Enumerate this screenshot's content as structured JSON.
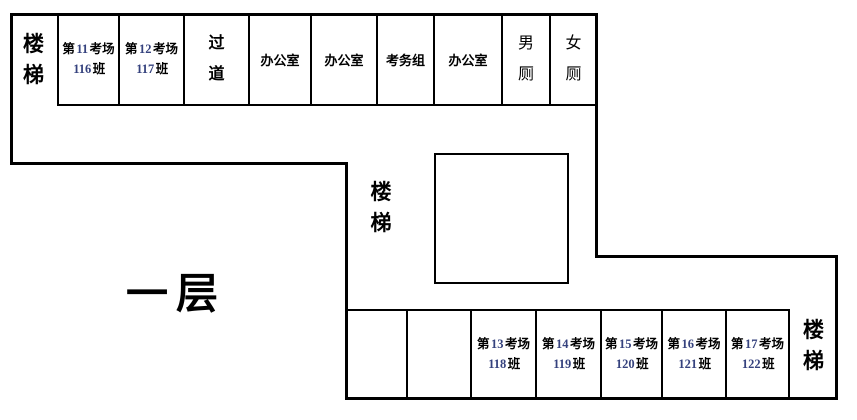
{
  "floor_label": "一层",
  "colors": {
    "wall": "#000000",
    "text": "#000000",
    "digit_accent": "#35427e",
    "background": "#ffffff"
  },
  "top": {
    "stairs_label": "楼梯",
    "rooms": [
      {
        "line1": "第11考场",
        "line2": "116班"
      },
      {
        "line1": "第12考场",
        "line2": "117班"
      },
      {
        "label": "过道"
      },
      {
        "label": "办公室"
      },
      {
        "label": "办公室"
      },
      {
        "label": "考务组"
      },
      {
        "label": "办公室"
      },
      {
        "label": "男厕"
      },
      {
        "label": "女厕"
      }
    ]
  },
  "middle": {
    "stairs_label": "楼梯"
  },
  "bottom": {
    "stairs_label": "楼梯",
    "rooms": [
      {
        "label": ""
      },
      {
        "label": ""
      },
      {
        "line1": "第13考场",
        "line2": "118班"
      },
      {
        "line1": "第14考场",
        "line2": "119班"
      },
      {
        "line1": "第15考场",
        "line2": "120班"
      },
      {
        "line1": "第16考场",
        "line2": "121班"
      },
      {
        "line1": "第17考场",
        "line2": "122班"
      }
    ]
  }
}
